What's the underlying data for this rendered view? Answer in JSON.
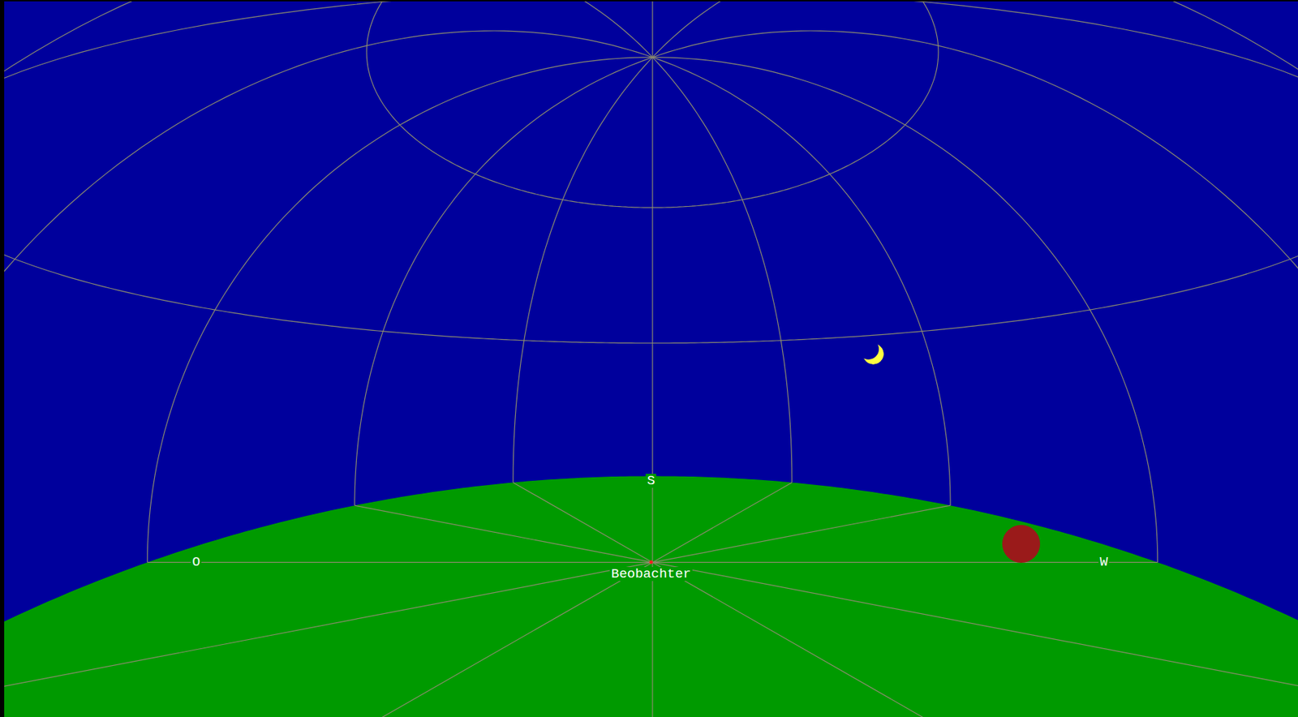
{
  "diagram": {
    "labels": [
      "S",
      "O",
      "Beobachter",
      "W"
    ]
  }
}
